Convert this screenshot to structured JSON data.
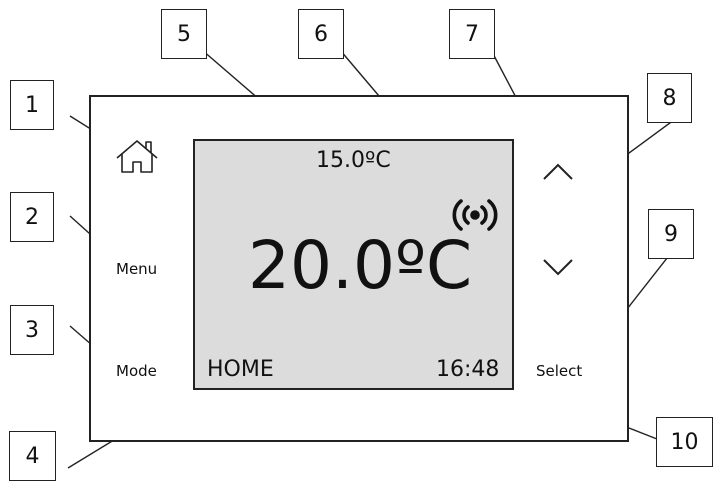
{
  "callouts": [
    "1",
    "2",
    "3",
    "4",
    "5",
    "6",
    "7",
    "8",
    "9",
    "10"
  ],
  "controls": {
    "home_icon": "home-icon",
    "menu_label": "Menu",
    "mode_label": "Mode",
    "select_label": "Select",
    "up_icon": "chevron-up-icon",
    "down_icon": "chevron-down-icon"
  },
  "display": {
    "setpoint": "15.0ºC",
    "temperature": "20.0ºC",
    "wireless_icon": "wireless-signal-icon",
    "mode": "HOME",
    "time": "16:48"
  }
}
